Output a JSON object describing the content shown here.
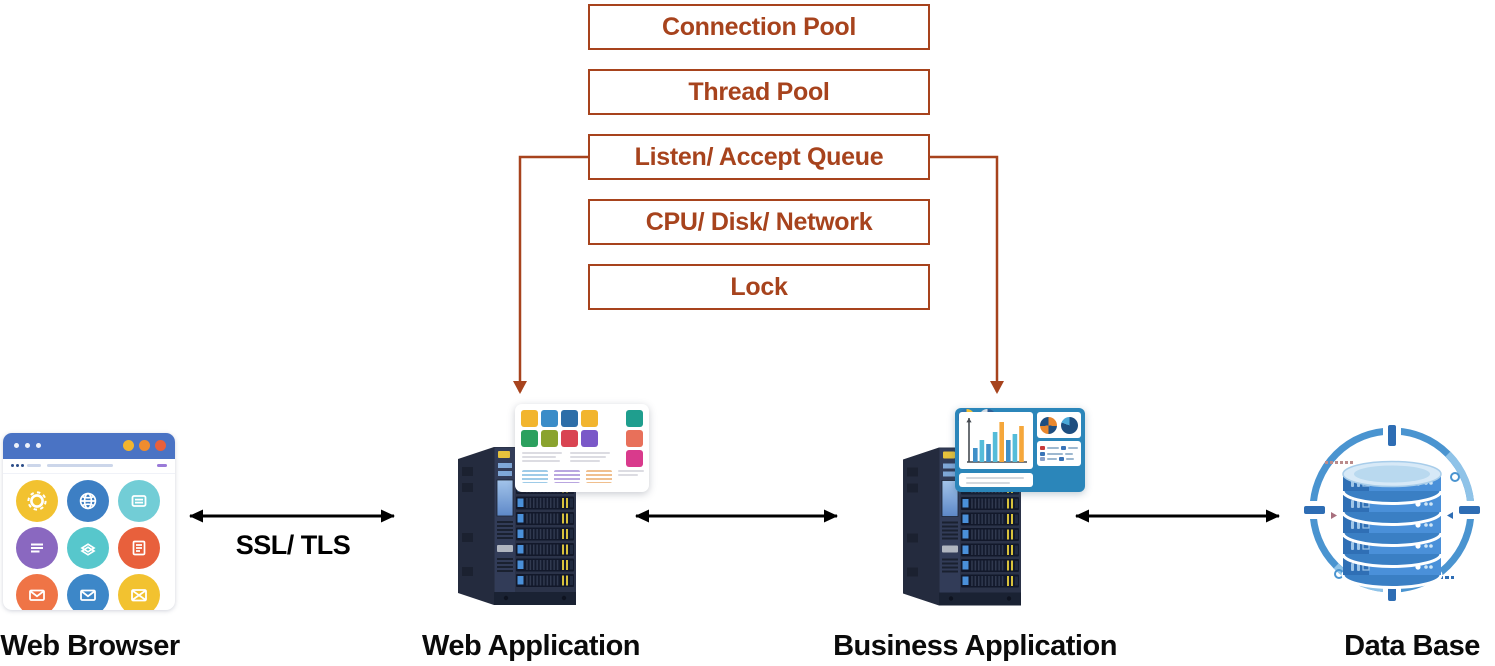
{
  "colors": {
    "accent": "#A7431D",
    "black_line": "#000000",
    "browser_bar": "#4a73c4",
    "dashboard_bg": "#2b86ba",
    "server_body": "#2b3349",
    "database_blue": "#4a90d9"
  },
  "pools": {
    "items": [
      {
        "label": "Connection Pool"
      },
      {
        "label": "Thread Pool"
      },
      {
        "label": "Listen/ Accept Queue"
      },
      {
        "label": "CPU/ Disk/ Network"
      },
      {
        "label": "Lock"
      }
    ]
  },
  "edges": {
    "ssl_tls": "SSL/ TLS"
  },
  "nodes": {
    "web_browser": {
      "label": "Web Browser"
    },
    "web_application": {
      "label": "Web Application"
    },
    "business_application": {
      "label": "Business Application"
    },
    "database": {
      "label": "Data Base"
    }
  },
  "icons": {
    "web_browser_grid": [
      "settings-icon",
      "globe-icon",
      "card-icon",
      "text-lines-icon",
      "layers-icon",
      "document-icon",
      "mail-icon",
      "mail-icon",
      "mail-close-icon"
    ],
    "overlays": [
      "app-icons-card",
      "analytics-dashboard-card"
    ]
  },
  "dashboard": {
    "bars": [
      {
        "h": 14,
        "color": "#3f90c8"
      },
      {
        "h": 22,
        "color": "#55bcd9"
      },
      {
        "h": 18,
        "color": "#3f90c8"
      },
      {
        "h": 30,
        "color": "#55bcd9"
      },
      {
        "h": 40,
        "color": "#f5a73b"
      },
      {
        "h": 22,
        "color": "#3f90c8"
      },
      {
        "h": 28,
        "color": "#55bcd9"
      },
      {
        "h": 36,
        "color": "#f5a73b"
      }
    ]
  }
}
